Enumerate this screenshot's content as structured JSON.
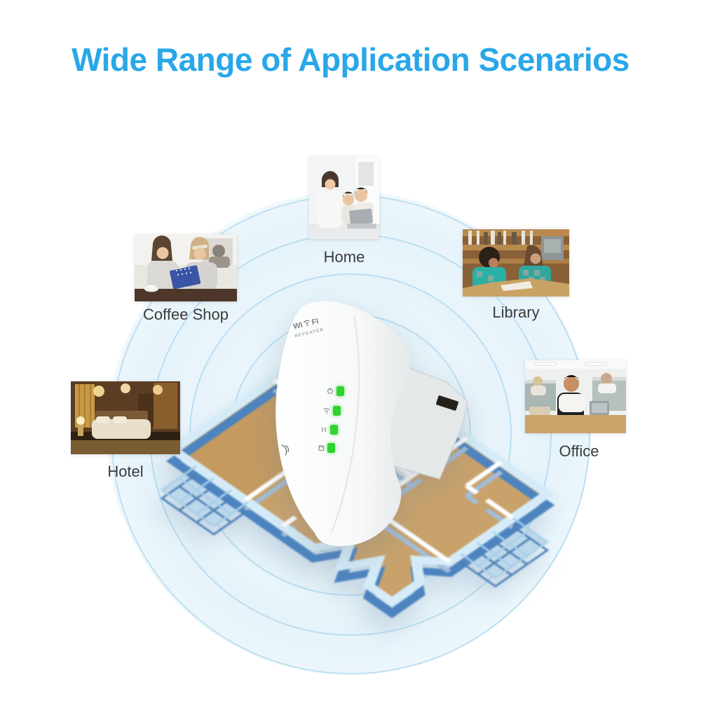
{
  "title": {
    "text": "Wide Range of Application Scenarios",
    "color": "#29a7e8"
  },
  "scenarios": [
    {
      "id": "home",
      "label": "Home",
      "photo_desc": "mother and two children gathered around a laptop"
    },
    {
      "id": "coffee-shop",
      "label": "Coffee Shop",
      "photo_desc": "two women sharing a blue tablet over coffee"
    },
    {
      "id": "library",
      "label": "Library",
      "photo_desc": "two students in teal shirts studying at a library desk"
    },
    {
      "id": "hotel",
      "label": "Hotel",
      "photo_desc": "warmly lit hotel bedroom with bed and golden curtains"
    },
    {
      "id": "office",
      "label": "Office",
      "photo_desc": "man in white shirt working at an office desk"
    }
  ],
  "device": {
    "brand_left": "WI",
    "brand_right": "FI",
    "brand_sub": "REPEATER",
    "led_color": "#2ed42e",
    "leds": [
      {
        "icon": "power-icon"
      },
      {
        "icon": "wifi-icon"
      },
      {
        "icon": "repeater-icon"
      },
      {
        "icon": "lan-icon"
      }
    ]
  },
  "colors": {
    "ring": "#96ccE9",
    "label": "#3b3b3b",
    "floor_tan": "#c9a26b",
    "outer_wall": "#4d84c0",
    "wall_top": "#d5ecf8"
  }
}
